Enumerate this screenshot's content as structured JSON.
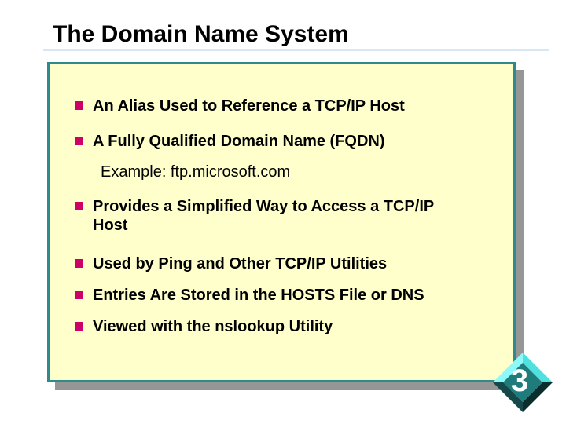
{
  "slide": {
    "title": "The Domain Name System",
    "page_number": "3",
    "bullets": [
      {
        "type": "bullet",
        "text": "An Alias Used to Reference a TCP/IP Host"
      },
      {
        "type": "bullet",
        "text": "A Fully Qualified Domain Name (FQDN)"
      },
      {
        "type": "sub",
        "text": "Example: ftp.microsoft.com"
      },
      {
        "type": "bullet",
        "text": "Provides a Simplified Way to Access a TCP/IP\nHost"
      },
      {
        "type": "bullet",
        "text": "Used by Ping and Other TCP/IP Utilities"
      },
      {
        "type": "bullet",
        "text": "Entries Are Stored in the HOSTS File or DNS"
      },
      {
        "type": "bullet",
        "text": "Viewed with the nslookup Utility"
      }
    ],
    "colors": {
      "bg": "#ffffff",
      "title_color": "#000000",
      "accent_line": "#d8e7f3",
      "box_fill": "#ffffcc",
      "box_border": "#2e8b8b",
      "shadow": "#969696",
      "bullet": "#cc0066",
      "diamond_face": "#1f7c7c",
      "diamond_light": "#8cfafa",
      "diamond_mid": "#4fe0e0",
      "diamond_dark": "#0a2d2d",
      "diamond_darker": "#154949",
      "page_number_color": "#ffffff"
    }
  }
}
